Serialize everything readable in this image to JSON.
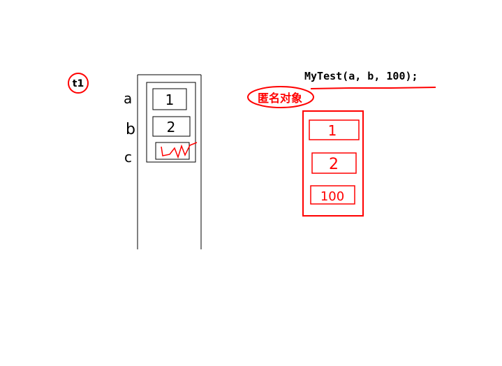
{
  "label_t1": "t1",
  "code_call": "MyTest(a, b, 100);",
  "label_anonymous": "匿名对象",
  "left_vars": [
    "a",
    "b",
    "c"
  ],
  "left_values": [
    "1",
    "2"
  ],
  "right_values": [
    "1",
    "2",
    "100"
  ],
  "colors": {
    "ink": "#000000",
    "accent": "#ff0000"
  }
}
